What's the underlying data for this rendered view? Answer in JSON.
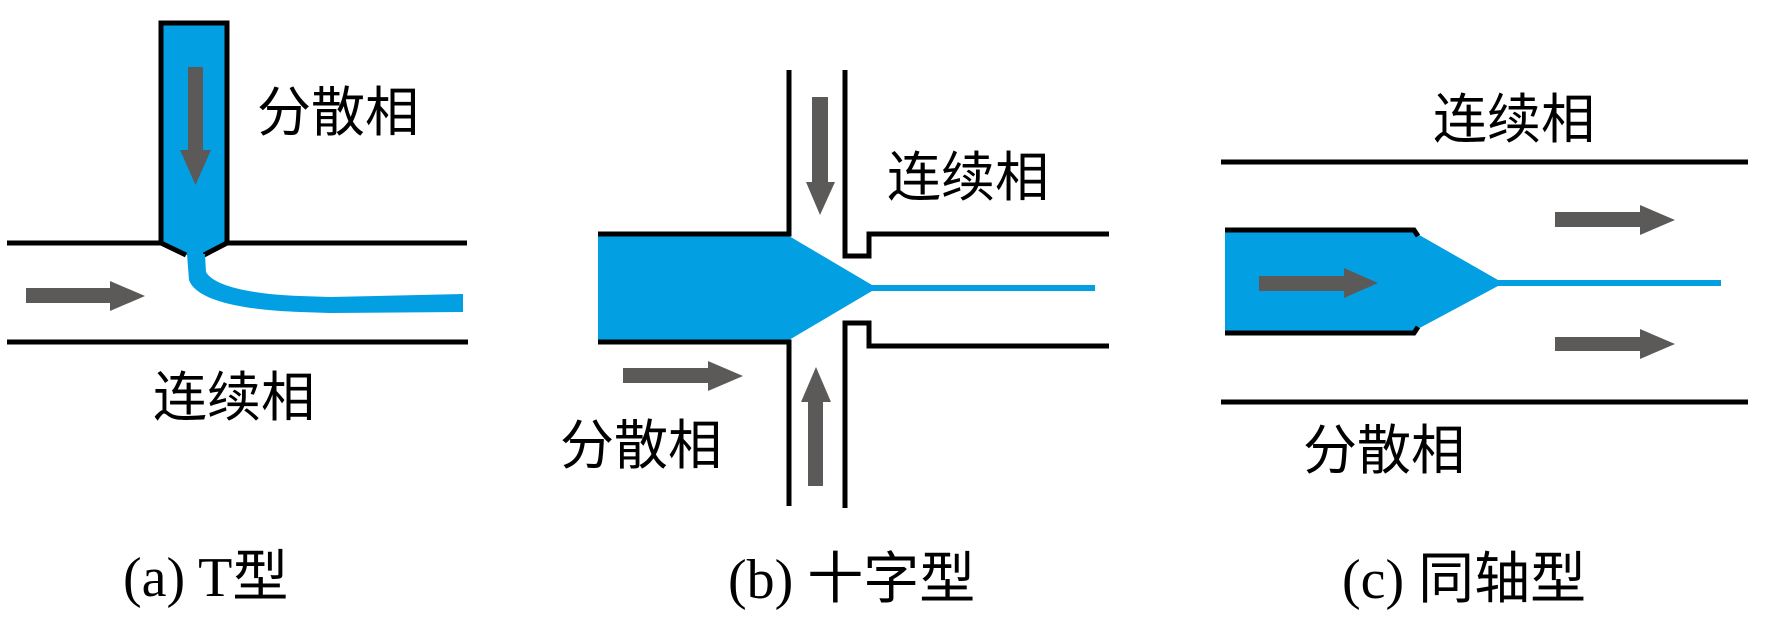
{
  "figure": {
    "colors": {
      "dispersed_phase": "#039FE3",
      "flow_arrow": "#5B5A58",
      "channel_wall": "#000000"
    },
    "panels": [
      {
        "id": "a",
        "caption": "(a) T型",
        "labels": {
          "dispersed": "分散相",
          "continuous": "连续相"
        }
      },
      {
        "id": "b",
        "caption": "(b) 十字型",
        "labels": {
          "dispersed": "分散相",
          "continuous": "连续相"
        }
      },
      {
        "id": "c",
        "caption": "(c) 同轴型",
        "labels": {
          "dispersed": "分散相",
          "continuous": "连续相"
        }
      }
    ]
  }
}
